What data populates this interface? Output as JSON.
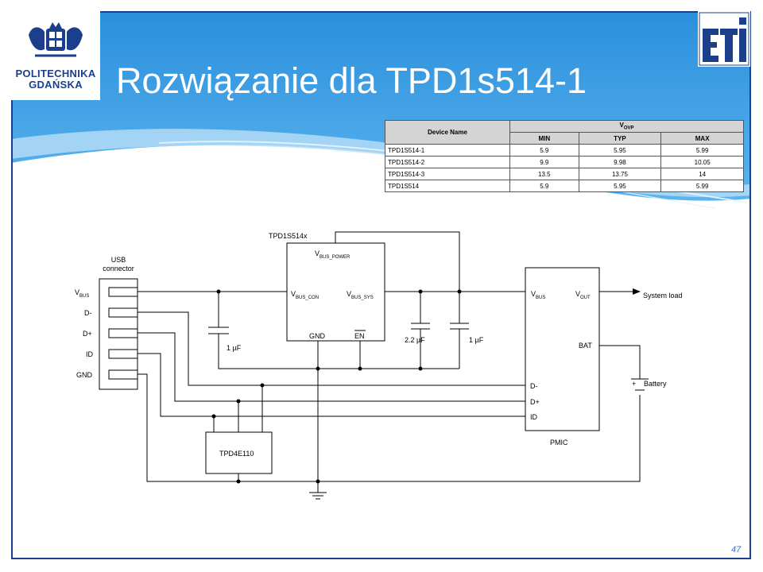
{
  "logo": {
    "line1": "POLITECHNIKA",
    "line2": "GDAŃSKA",
    "eti_logo": "ETI"
  },
  "title": "Rozwiązanie dla TPD1s514-1",
  "page_number": "47",
  "spec_table": {
    "header_device": "Device Name",
    "header_vovp": "V",
    "header_vovp_sub": "OVP",
    "sub_headers": [
      "MIN",
      "TYP",
      "MAX"
    ],
    "rows": [
      {
        "device": "TPD1S514-1",
        "min": "5.9",
        "typ": "5.95",
        "max": "5.99"
      },
      {
        "device": "TPD1S514-2",
        "min": "9.9",
        "typ": "9.98",
        "max": "10.05"
      },
      {
        "device": "TPD1S514-3",
        "min": "13.5",
        "typ": "13.75",
        "max": "14"
      },
      {
        "device": "TPD1S514",
        "min": "5.9",
        "typ": "5.95",
        "max": "5.99"
      }
    ]
  },
  "schematic": {
    "usb_label_1": "USB",
    "usb_label_2": "connector",
    "usb_pins": [
      "V",
      "D-",
      "D+",
      "ID",
      "GND"
    ],
    "vbus_sub": "BUS",
    "chip_name": "TPD1S514x",
    "chip_pin_power": "V",
    "chip_pin_power_sub": "BUS_POWER",
    "chip_pin_con": "V",
    "chip_pin_con_sub": "BUS_CON",
    "chip_pin_sys": "V",
    "chip_pin_sys_sub": "BUS_SYS",
    "chip_pin_gnd": "GND",
    "chip_pin_en": "EN",
    "cap1": "1 µF",
    "cap2": "2.2 µF",
    "cap3": "1 µF",
    "pmic_vbus": "V",
    "pmic_vbus_sub": "BUS",
    "pmic_vout": "V",
    "pmic_vout_sub": "OUT",
    "pmic_bat": "BAT",
    "pmic_dm": "D-",
    "pmic_dp": "D+",
    "pmic_id": "ID",
    "pmic_name": "PMIC",
    "system_load": "System load",
    "battery": "Battery",
    "battery_plus": "+",
    "esd_chip": "TPD4E110"
  },
  "colors": {
    "frame": "#1b3f8b",
    "banner": "#2f97e0",
    "title": "#ffffff"
  }
}
